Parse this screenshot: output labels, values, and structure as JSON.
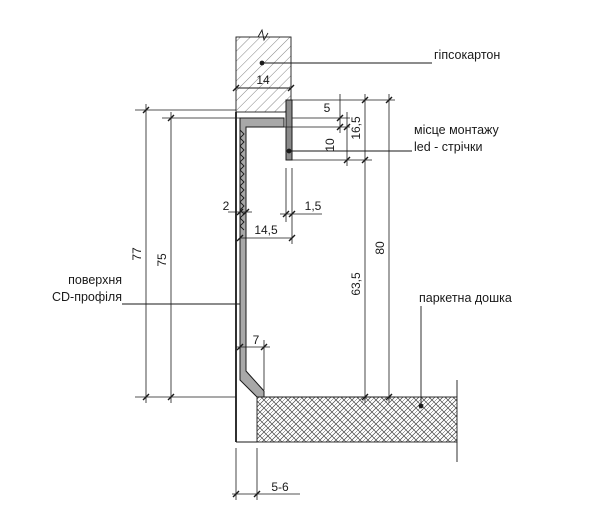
{
  "labels": {
    "drywall": "гіпсокартон",
    "mount_line1": "місце монтажу",
    "mount_line2": "led - стрічки",
    "surface_line1": "поверхня",
    "surface_line2": "CD-профіля",
    "parquet": "паркетна дошка"
  },
  "dimensions": {
    "d14": "14",
    "d5": "5",
    "d16_5": "16,5",
    "d10": "10",
    "d2": "2",
    "d1_5": "1,5",
    "d14_5": "14,5",
    "d77": "77",
    "d75": "75",
    "d80": "80",
    "d63_5": "63,5",
    "d7": "7",
    "d5_6": "5-6"
  },
  "colors": {
    "line": "#1a1a1a",
    "profile_fill": "#a8a8a8",
    "hatch": "#555555"
  }
}
